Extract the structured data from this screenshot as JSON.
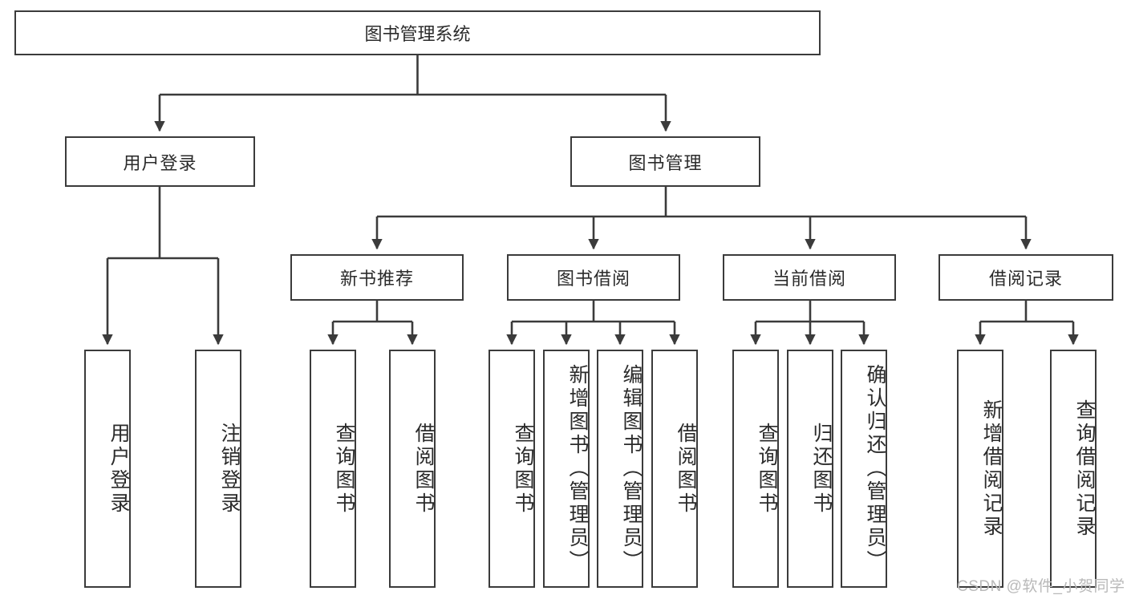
{
  "diagram": {
    "title": "图书管理系统",
    "type": "hierarchy-tree",
    "root": {
      "label": "图书管理系统"
    },
    "level2": [
      {
        "label": "用户登录"
      },
      {
        "label": "图书管理"
      }
    ],
    "level3": [
      {
        "label": "新书推荐"
      },
      {
        "label": "图书借阅"
      },
      {
        "label": "当前借阅"
      },
      {
        "label": "借阅记录"
      }
    ],
    "leaves": {
      "user_login": [
        {
          "label": "用户登录"
        },
        {
          "label": "注销登录"
        }
      ],
      "new_book_recommend": [
        {
          "label": "查询图书"
        },
        {
          "label": "借阅图书"
        }
      ],
      "book_borrow": [
        {
          "label": "查询图书"
        },
        {
          "label": "新增图书（管理员）"
        },
        {
          "label": "编辑图书（管理员）"
        },
        {
          "label": "借阅图书"
        }
      ],
      "current_borrow": [
        {
          "label": "查询图书"
        },
        {
          "label": "归还图书"
        },
        {
          "label": "确认归还（管理员）"
        }
      ],
      "borrow_record": [
        {
          "label": "新增借阅记录"
        },
        {
          "label": "查询借阅记录"
        }
      ]
    }
  },
  "watermark": {
    "text": "CSDN @软件_小贺同学"
  },
  "colors": {
    "box_border": "#3b3b3b",
    "box_fill": "#ffffff",
    "line": "#3b3b3b",
    "text": "#2b2b2b",
    "watermark": "#b9b9b9",
    "background": "#ffffff"
  }
}
